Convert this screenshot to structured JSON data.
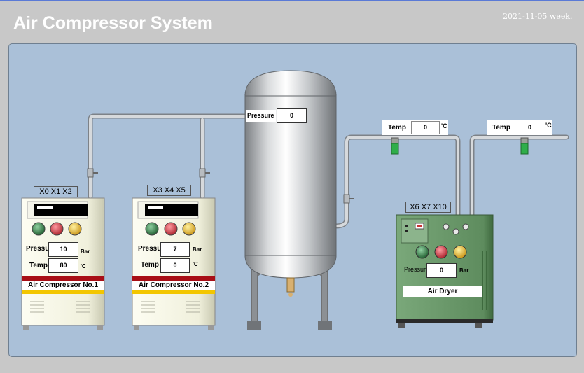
{
  "header": {
    "title": "Air Compressor System",
    "datetime": "2021-11-05  week."
  },
  "tank": {
    "pressure_label": "Pressure",
    "pressure_value": "0"
  },
  "sensor1": {
    "label": "Temp",
    "value": "0",
    "unit": "'C"
  },
  "sensor2": {
    "label": "Temp",
    "value": "0",
    "unit": "'C"
  },
  "compressor1": {
    "id_tag": "X0 X1 X2",
    "pressure_label": "Pressu",
    "pressure_value": "10",
    "pressure_unit": "Bar",
    "temp_label": "Temp",
    "temp_value": "80",
    "temp_unit": "'C",
    "name": "Air Compressor No.1"
  },
  "compressor2": {
    "id_tag": "X3 X4 X5",
    "pressure_label": "Pressu",
    "pressure_value": "7",
    "pressure_unit": "Bar",
    "temp_label": "Temp",
    "temp_value": "0",
    "temp_unit": "'C",
    "name": "Air Compressor No.2"
  },
  "dryer": {
    "id_tag": "X6 X7 X10",
    "pressure_label": "Pressure",
    "pressure_value": "0",
    "pressure_unit": "Bar",
    "name": "Air Dryer"
  },
  "colors": {
    "panel_bg": "#aac0d8",
    "pipe": "#c0c4c8",
    "dryer_green": "#6b9a6b",
    "lamp_green": "#2d6b3a",
    "lamp_red": "#c8323c",
    "lamp_yellow": "#e0b020"
  }
}
